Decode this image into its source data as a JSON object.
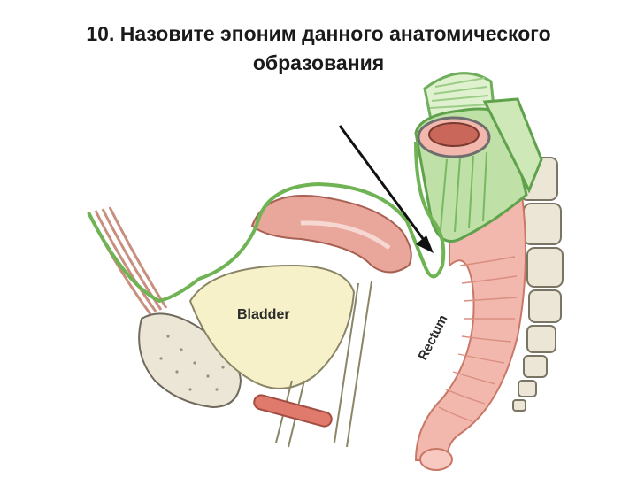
{
  "slide": {
    "title_line1": "10. Назовите эпоним данного анатомического",
    "title_line2": "образования"
  },
  "figure": {
    "bladder_label": "Bladder",
    "rectum_label": "Rectum"
  },
  "colors": {
    "peritoneum_green": "#7fc06a",
    "uterus_pink": "#e9a79c",
    "rectum_pink": "#f2b7ad",
    "bladder_yellow": "#f6f1c8",
    "bone": "#ece6d6"
  }
}
